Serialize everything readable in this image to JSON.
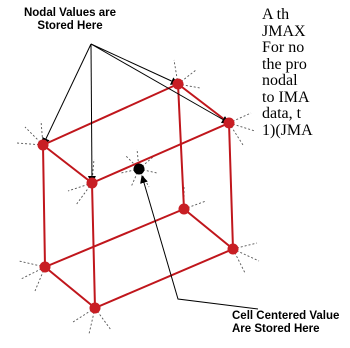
{
  "top_callout": {
    "line1": "Nodal Values are",
    "line2": "Stored Here"
  },
  "bottom_callout": {
    "line1": "Cell Centered Value",
    "line2": "Are Stored Here"
  },
  "paragraph": {
    "lines": [
      "A th",
      "JMAX",
      "For no",
      "the pro",
      "nodal",
      "to IMA",
      "data, t",
      "1)(JMA"
    ]
  },
  "colors": {
    "edge": "#c0161c",
    "node": "#c81e24",
    "cell_center": "#000000",
    "dashes": "#555555"
  }
}
